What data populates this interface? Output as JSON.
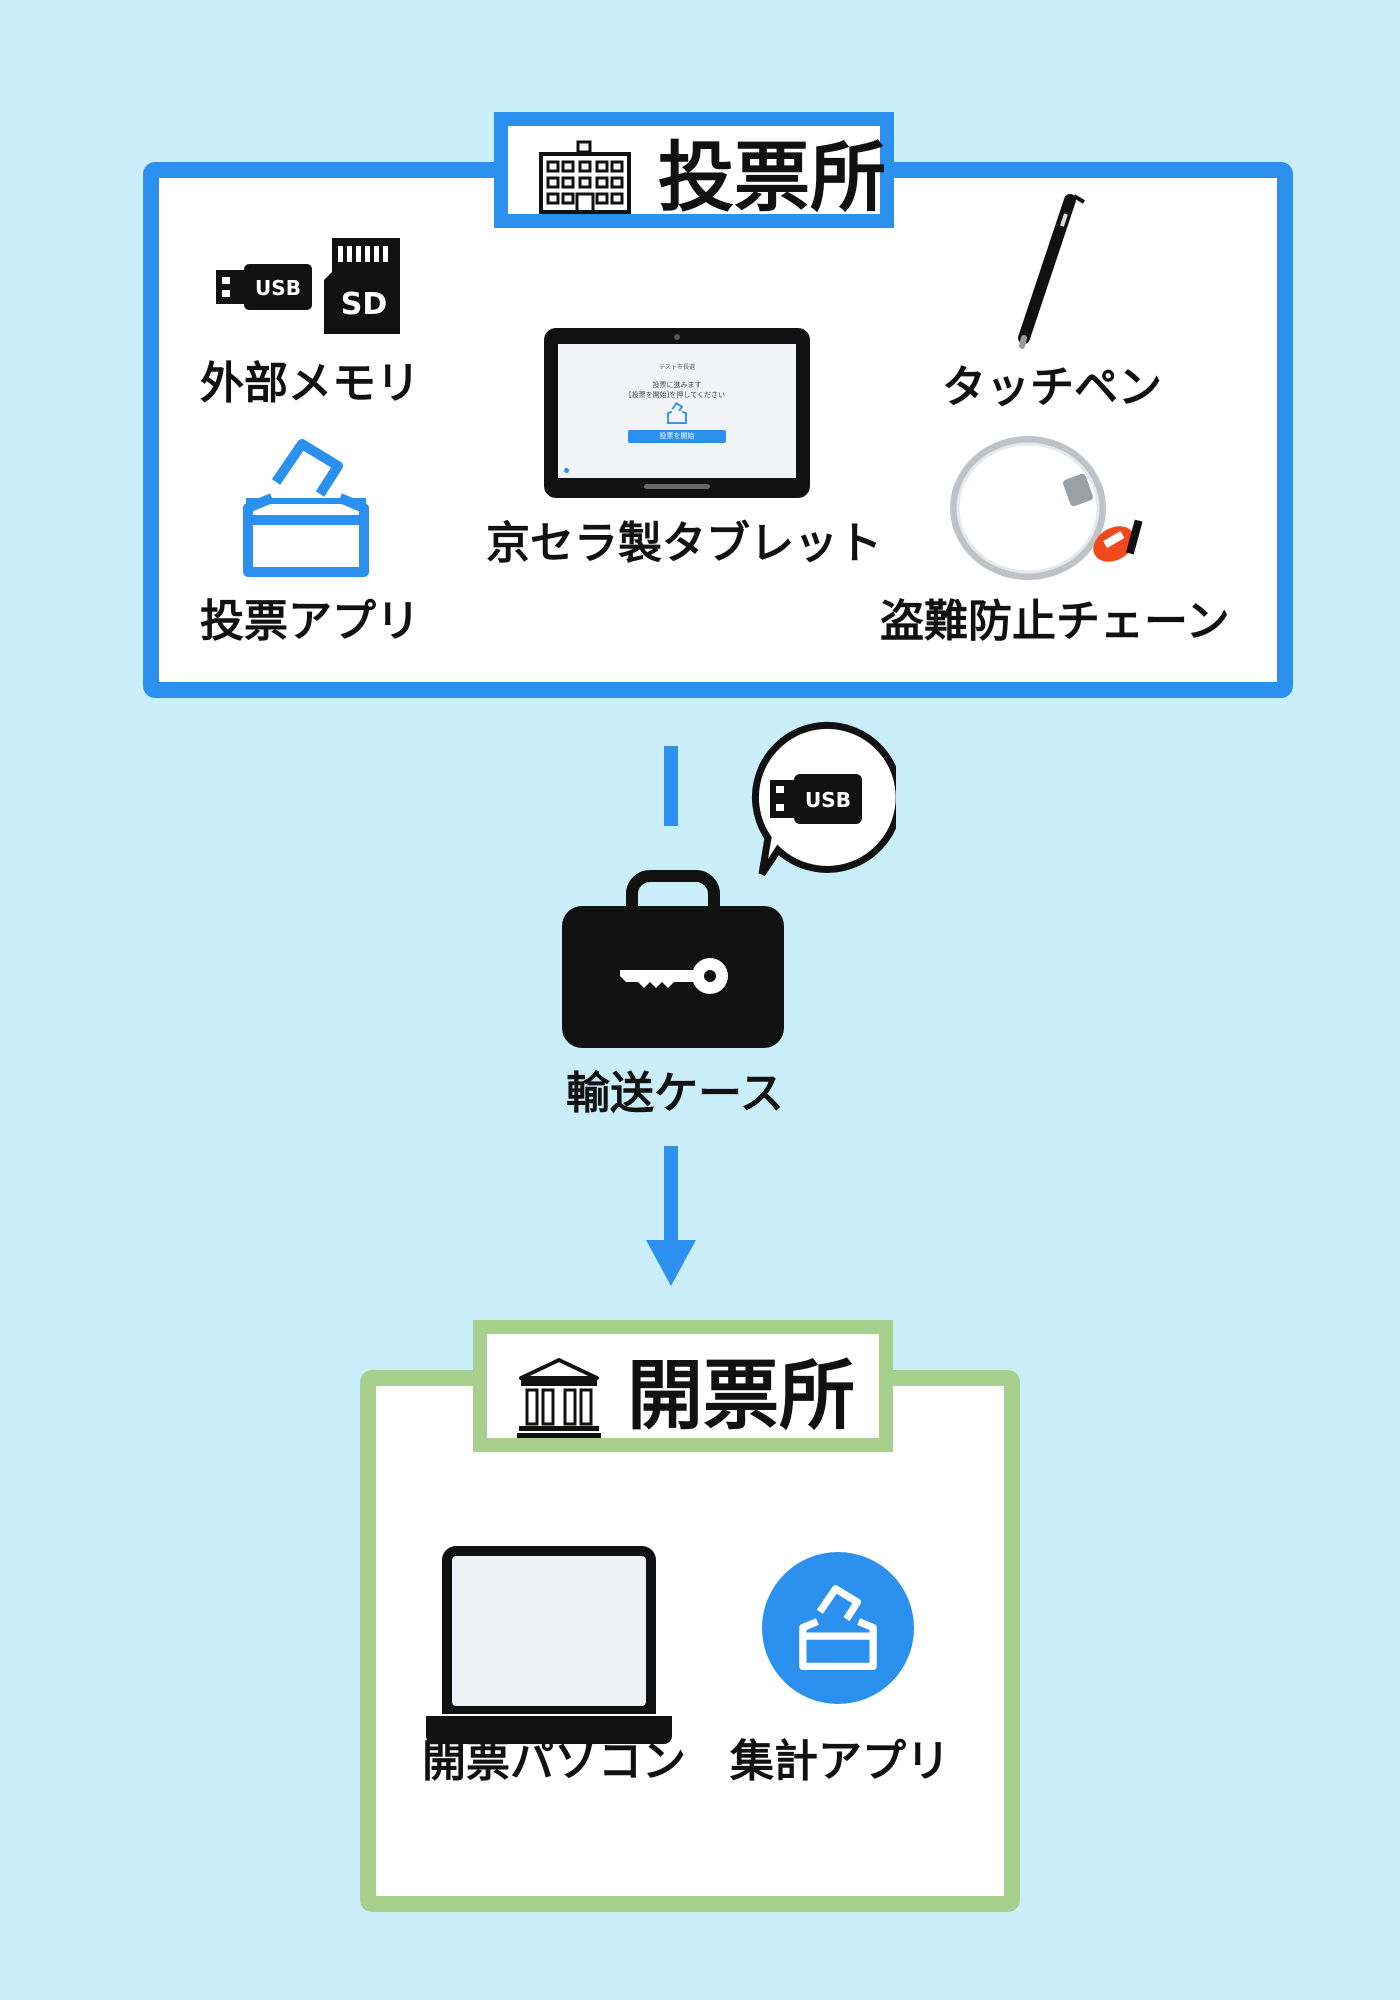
{
  "polling_station": {
    "title": "投票所",
    "items": {
      "external_memory": "外部メモリ",
      "voting_app": "投票アプリ",
      "tablet": "京セラ製タブレット",
      "touch_pen": "タッチペン",
      "anti_theft_chain": "盗難防止チェーン"
    },
    "usb_label": "USB",
    "sd_label": "SD",
    "tablet_screen": {
      "header": "テスト市長選",
      "line1": "投票に進みます",
      "line2": "[投票を開始]を押してください",
      "button": "投票を開始"
    }
  },
  "transport": {
    "case_label": "輸送ケース",
    "bubble_usb_label": "USB"
  },
  "counting_station": {
    "title": "開票所",
    "items": {
      "counting_pc": "開票パソコン",
      "tally_app": "集計アプリ"
    }
  },
  "colors": {
    "background": "#cbeefb",
    "poll_border": "#2b90ee",
    "count_border": "#a8d08d",
    "accent": "#2b90ee"
  }
}
